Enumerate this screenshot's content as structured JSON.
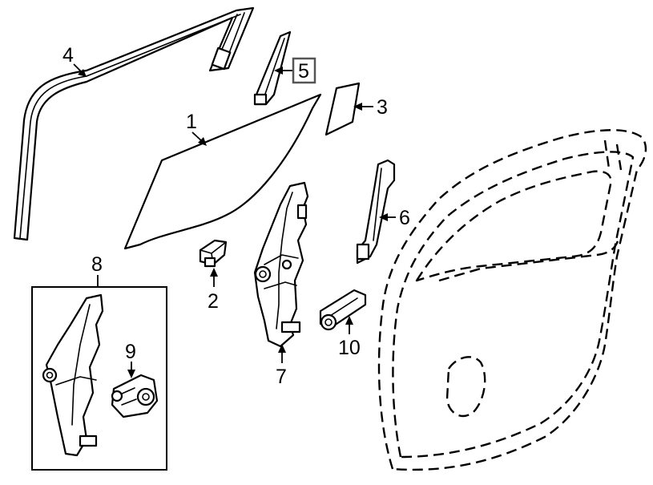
{
  "diagram": {
    "callouts": [
      {
        "id": "1",
        "text": "1"
      },
      {
        "id": "2",
        "text": "2"
      },
      {
        "id": "3",
        "text": "3"
      },
      {
        "id": "4",
        "text": "4"
      },
      {
        "id": "5",
        "text": "5",
        "boxed": true
      },
      {
        "id": "6",
        "text": "6"
      },
      {
        "id": "7",
        "text": "7"
      },
      {
        "id": "8",
        "text": "8"
      },
      {
        "id": "9",
        "text": "9"
      },
      {
        "id": "10",
        "text": "10"
      }
    ]
  }
}
